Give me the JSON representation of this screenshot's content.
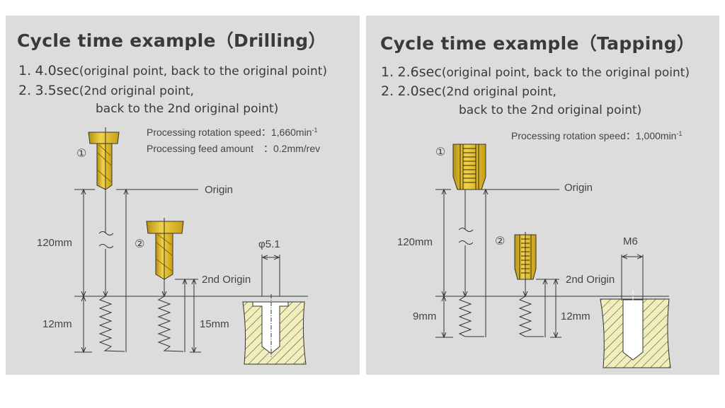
{
  "left": {
    "title": "Cycle time example（Drilling）",
    "items": [
      {
        "num": "1.",
        "time": "4.0sec",
        "desc": "(original point, back to the original point)"
      },
      {
        "num": "2.",
        "time": "3.5sec",
        "desc": "(2nd original point,",
        "desc2": "back to the 2nd original point)"
      }
    ],
    "params": [
      "Processing rotation speed：1,660min",
      "Processing feed amount　：0.2mm/rev"
    ],
    "param_sup": "-1",
    "labels": {
      "origin": "Origin",
      "second_origin": "2nd Origin",
      "dist1": "120mm",
      "depth1": "12mm",
      "depth2": "15mm",
      "diameter": "φ5.1",
      "step1": "①",
      "step2": "②"
    }
  },
  "right": {
    "title": "Cycle time example（Tapping）",
    "items": [
      {
        "num": "1.",
        "time": "2.6sec",
        "desc": "(original point, back to the original point)"
      },
      {
        "num": "2.",
        "time": "2.0sec",
        "desc": "(2nd original point,",
        "desc2": "back to the 2nd original point)"
      }
    ],
    "params": [
      "Processing rotation speed：1,000min"
    ],
    "param_sup": "-1",
    "labels": {
      "origin": "Origin",
      "second_origin": "2nd Origin",
      "dist1": "120mm",
      "depth1": "9mm",
      "depth2": "12mm",
      "thread": "M6",
      "step1": "①",
      "step2": "②"
    }
  },
  "colors": {
    "panel": "#dcdcdc",
    "tool_gold": "#d9b21e",
    "workpiece": "#f1eebc",
    "line": "#333333"
  }
}
